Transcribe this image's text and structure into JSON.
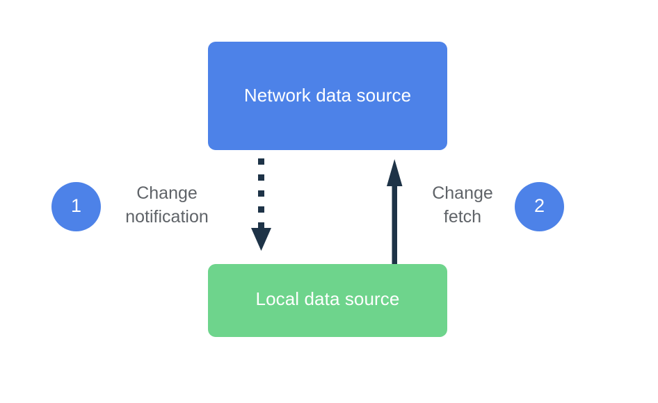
{
  "diagram": {
    "title_text_present": false,
    "background_color": "#ffffff",
    "nodes": [
      {
        "id": "network-data-source",
        "label": "Network data\nsource",
        "color": "#4d82e8",
        "text_color": "#ffffff"
      },
      {
        "id": "local-data-source",
        "label": "Local data\nsource",
        "color": "#6ed48c",
        "text_color": "#ffffff"
      }
    ],
    "steps": [
      {
        "number": "1",
        "label": "Change\nnotification",
        "circle_color": "#4d82e8",
        "number_color": "#ffffff",
        "label_color": "#5f6368",
        "arrow_style": "dotted",
        "arrow_direction": "down",
        "arrow_color": "#1e3347",
        "from": "network-data-source",
        "to": "local-data-source"
      },
      {
        "number": "2",
        "label": "Change\nfetch",
        "circle_color": "#4d82e8",
        "number_color": "#ffffff",
        "label_color": "#5f6368",
        "arrow_style": "solid",
        "arrow_direction": "up",
        "arrow_color": "#1e3347",
        "from": "local-data-source",
        "to": "network-data-source"
      }
    ]
  }
}
